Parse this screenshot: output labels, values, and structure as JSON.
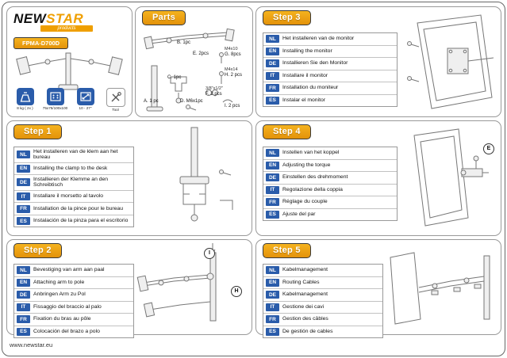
{
  "brand": {
    "new": "NEW",
    "star": "STAR",
    "products": "products",
    "model": "FPMA-D700D"
  },
  "specs": [
    {
      "icon": "weight-icon",
      "label": "8 kg ( 2x )"
    },
    {
      "icon": "vesa-icon",
      "label": "75x75/100x100"
    },
    {
      "icon": "screen-size-icon",
      "label": "10 - 27\""
    },
    {
      "icon": "tool-icon",
      "label": "Tool"
    }
  ],
  "parts": {
    "title": "Parts",
    "labels": {
      "a": "A. 1 pc",
      "b": "B. 1pc",
      "c": "C. 1pc",
      "d": "D. M6x1pc",
      "e": "E. 2pcs",
      "f": "F. 2 pcs",
      "f_size": "3/8\"x1/2\"",
      "g": "G. 8pcs",
      "g_size": "M4x10",
      "h": "H. 2 pcs",
      "h_size": "M4x14",
      "i": "I. 2 pcs"
    }
  },
  "steps": [
    {
      "title": "Step 1",
      "rows": [
        {
          "lang": "NL",
          "text": "Het installeren van de klem aan het bureau"
        },
        {
          "lang": "EN",
          "text": "Installing the clamp to the desk"
        },
        {
          "lang": "DE",
          "text": "Installieren der Klemme an den Schreibtisch"
        },
        {
          "lang": "IT",
          "text": "Installare il morsetto al tavolo"
        },
        {
          "lang": "FR",
          "text": "Installation de la pince pour le bureau"
        },
        {
          "lang": "ES",
          "text": "Instalación de la pinza para el escritorio"
        }
      ]
    },
    {
      "title": "Step 2",
      "rows": [
        {
          "lang": "NL",
          "text": "Bevestiging van arm aan paal"
        },
        {
          "lang": "EN",
          "text": "Attaching arm to pole"
        },
        {
          "lang": "DE",
          "text": "Anbringen Arm zu Pol"
        },
        {
          "lang": "IT",
          "text": "Fissaggio del braccio al palo"
        },
        {
          "lang": "FR",
          "text": "Fixation du bras au pôle"
        },
        {
          "lang": "ES",
          "text": "Colocación del brazo a polo"
        }
      ]
    },
    {
      "title": "Step 3",
      "rows": [
        {
          "lang": "NL",
          "text": "Het installeren van de monitor"
        },
        {
          "lang": "EN",
          "text": "Installing the monitor"
        },
        {
          "lang": "DE",
          "text": "Installieren Sie den Monitor"
        },
        {
          "lang": "IT",
          "text": "Installare il monitor"
        },
        {
          "lang": "FR",
          "text": "Installation du moniteur"
        },
        {
          "lang": "ES",
          "text": "Instalar el monitor"
        }
      ]
    },
    {
      "title": "Step 4",
      "rows": [
        {
          "lang": "NL",
          "text": "Instellen van het koppel"
        },
        {
          "lang": "EN",
          "text": "Adjusting the torque"
        },
        {
          "lang": "DE",
          "text": "Einstellen des drehmoment"
        },
        {
          "lang": "IT",
          "text": "Regolazione della coppia"
        },
        {
          "lang": "FR",
          "text": "Réglage du couple"
        },
        {
          "lang": "ES",
          "text": "Ajuste del par"
        }
      ]
    },
    {
      "title": "Step 5",
      "rows": [
        {
          "lang": "NL",
          "text": "Kabelmanagement"
        },
        {
          "lang": "EN",
          "text": "Routing Cables"
        },
        {
          "lang": "DE",
          "text": "Kabelmanagement"
        },
        {
          "lang": "IT",
          "text": "Gestione dei cavi"
        },
        {
          "lang": "FR",
          "text": "Gestion des câbles"
        },
        {
          "lang": "ES",
          "text": "De gestión de cables"
        }
      ]
    }
  ],
  "callouts": {
    "step2_i": "I",
    "step2_h": "H",
    "step4_e": "E"
  },
  "footer": {
    "url": "www.newstar.eu"
  }
}
